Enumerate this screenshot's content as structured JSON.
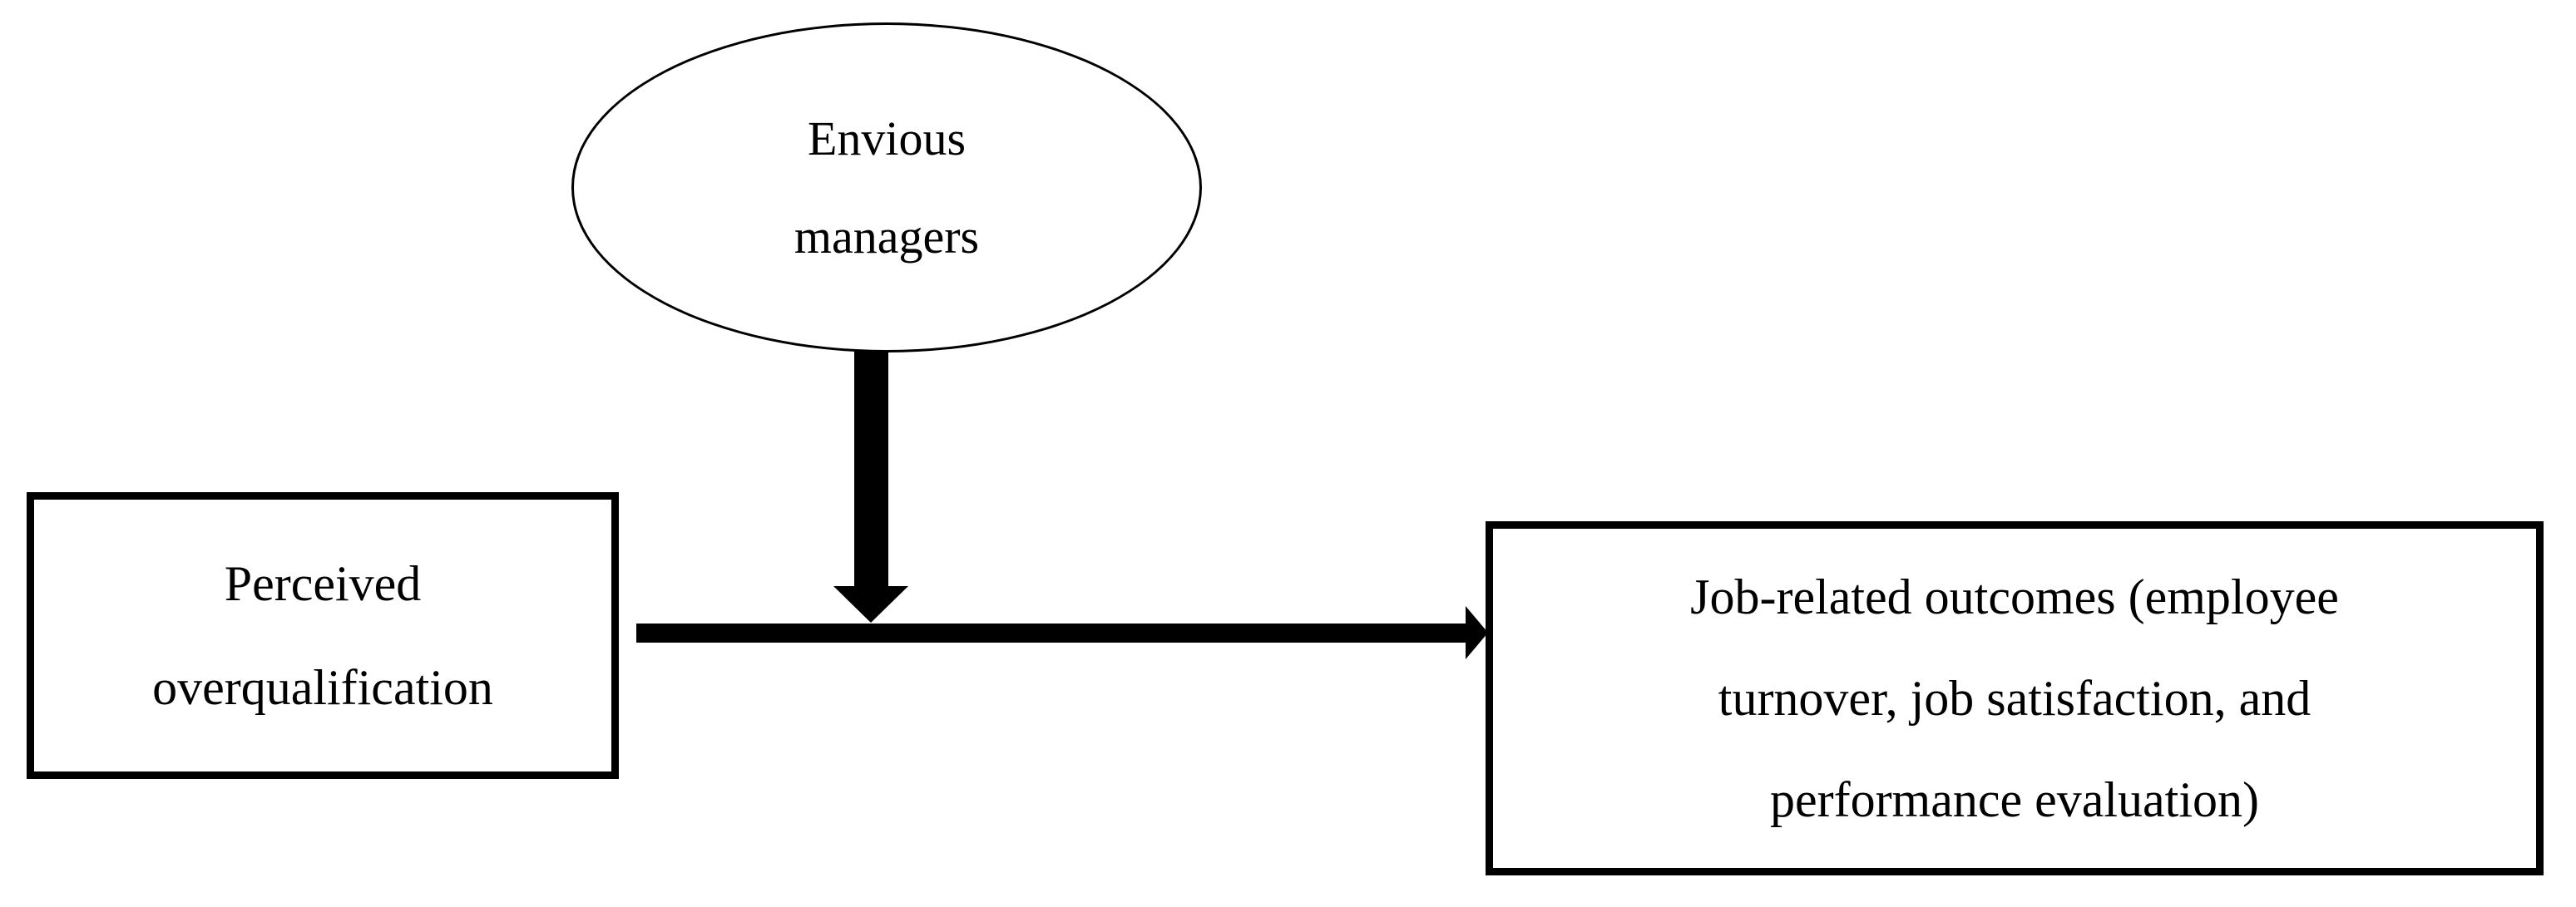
{
  "figure": {
    "background_color": "#ffffff",
    "stroke_color": "#000000"
  },
  "nodes": {
    "moderator": {
      "shape": "ellipse",
      "lines": [
        "Envious",
        "managers"
      ]
    },
    "predictor": {
      "shape": "rectangle",
      "lines": [
        "Perceived",
        "overqualification"
      ]
    },
    "outcome": {
      "shape": "rectangle",
      "lines": [
        "Job-related outcomes (employee",
        "turnover, job satisfaction, and",
        "performance evaluation)"
      ]
    }
  },
  "edges": {
    "direct_effect": {
      "from": "predictor",
      "to": "outcome",
      "style": "thick-black-right-arrow"
    },
    "moderation": {
      "from": "moderator",
      "to": "direct_effect",
      "style": "thick-black-down-arrow"
    }
  }
}
